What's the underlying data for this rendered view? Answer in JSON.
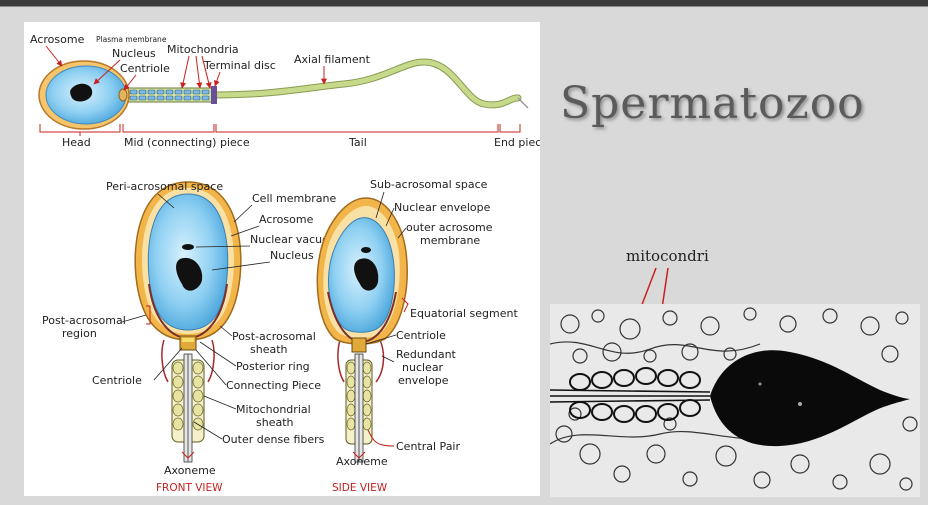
{
  "slide": {
    "title": "Spermatozoo",
    "micrograph_label": "mitocondri"
  },
  "diagram": {
    "top": {
      "acrosome": "Acrosome",
      "plasma_membrane": "Plasma membrane",
      "nucleus": "Nucleus",
      "mitochondria": "Mitochondria",
      "centriole": "Centriole",
      "terminal_disc": "Terminal disc",
      "axial_filament": "Axial filament",
      "head": "Head",
      "mid_piece": "Mid (connecting) piece",
      "tail": "Tail",
      "end_piece": "End piece"
    },
    "front": {
      "peri_acrosomal_space": "Peri-acrosomal space",
      "cell_membrane": "Cell membrane",
      "acrosome": "Acrosome",
      "nuclear_vacuoles": "Nuclear vacuoles",
      "nucleus": "Nucleus",
      "post_acrosomal_region_1": "Post-acrosomal",
      "post_acrosomal_region_2": "region",
      "post_acrosomal_sheath_1": "Post-acrosomal",
      "post_acrosomal_sheath_2": "sheath",
      "posterior_ring": "Posterior ring",
      "centriole": "Centriole",
      "connecting_piece": "Connecting Piece",
      "mitochondrial_sheath_1": "Mitochondrial",
      "mitochondrial_sheath_2": "sheath",
      "outer_dense_fibers": "Outer dense fibers",
      "axoneme": "Axoneme",
      "view": "FRONT VIEW"
    },
    "side": {
      "sub_acrosomal_space": "Sub-acrosomal space",
      "nuclear_envelope": "Nuclear envelope",
      "outer_acrosome_membrane_1": "outer acrosome",
      "outer_acrosome_membrane_2": "membrane",
      "equatorial_segment": "Equatorial segment",
      "centriole": "Centriole",
      "redundant_1": "Redundant",
      "redundant_2": "nuclear",
      "redundant_3": "envelope",
      "central_pair": "Central Pair",
      "axoneme": "Axoneme",
      "view": "SIDE VIEW"
    }
  },
  "colors": {
    "accent_red": "#c8201e",
    "nucleus_blue": "#7cc7ee",
    "acrosome_orange": "#f2b54a",
    "tail_green": "#c7d98a",
    "background": "#d9d9d9"
  }
}
